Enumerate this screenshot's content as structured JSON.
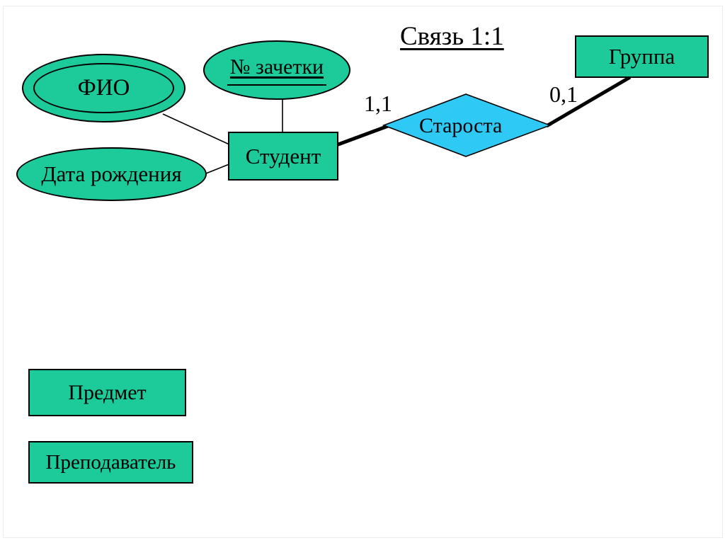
{
  "title": {
    "text": "Связь 1:1"
  },
  "colors": {
    "entity_fill": "#1dcb9a",
    "relationship_fill": "#2ec9f5",
    "outline": "#000000",
    "text": "#000000"
  },
  "attributes": {
    "fio": {
      "label": "ФИО",
      "style": "double-outline-ellipse"
    },
    "zachetka": {
      "label": "№ зачетки",
      "style": "key-underlined"
    },
    "birthdate": {
      "label": "Дата рождения",
      "style": "ellipse"
    }
  },
  "entities": {
    "student": {
      "label": "Студент"
    },
    "group": {
      "label": "Группа"
    },
    "subject": {
      "label": "Предмет"
    },
    "teacher": {
      "label": "Преподаватель"
    }
  },
  "relationship": {
    "label": "Староста"
  },
  "cardinalities": {
    "student_side": "1,1",
    "group_side": "0,1"
  }
}
